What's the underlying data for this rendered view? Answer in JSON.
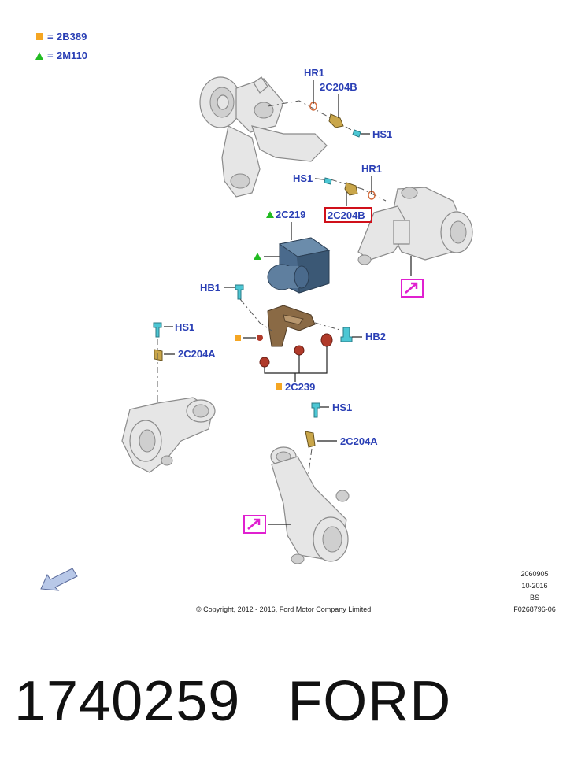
{
  "legend": [
    {
      "symbol": "square",
      "color": "#f5a623",
      "equals": "=",
      "text": "2B389"
    },
    {
      "symbol": "triangle",
      "color": "#22bb22",
      "equals": "=",
      "text": "2M110"
    }
  ],
  "callouts": {
    "hr1_top": "HR1",
    "c2c204b_top": "2C204B",
    "hs1_top": "HS1",
    "hs1_right_upper": "HS1",
    "hr1_right": "HR1",
    "c2c204b_boxed": "2C204B",
    "c2c219": "2C219",
    "hb1": "HB1",
    "hs1_left": "HS1",
    "c2c204a_left": "2C204A",
    "hb2": "HB2",
    "c2c239": "2C239",
    "hs1_lower": "HS1",
    "c2c204a_lower": "2C204A"
  },
  "colors": {
    "label_blue": "#2a3fb5",
    "highlight_red": "#d0101a",
    "view_marker_magenta": "#e020d0",
    "legend_orange": "#f5a623",
    "legend_green": "#22bb22",
    "abs_unit_blue": "#4a6a8c",
    "bracket_brown": "#8a6a45",
    "grommet_red": "#b03a2a"
  },
  "icons": [
    "front-direction-arrow-icon",
    "view-marker-icon"
  ],
  "footer": {
    "copyright": "© Copyright, 2012 - 2016, Ford Motor Company Limited",
    "code1": "2060905",
    "code2": "10-2016",
    "code3": "BS",
    "code4": "F0268796-06"
  },
  "part_number": "1740259",
  "brand": "FORD"
}
